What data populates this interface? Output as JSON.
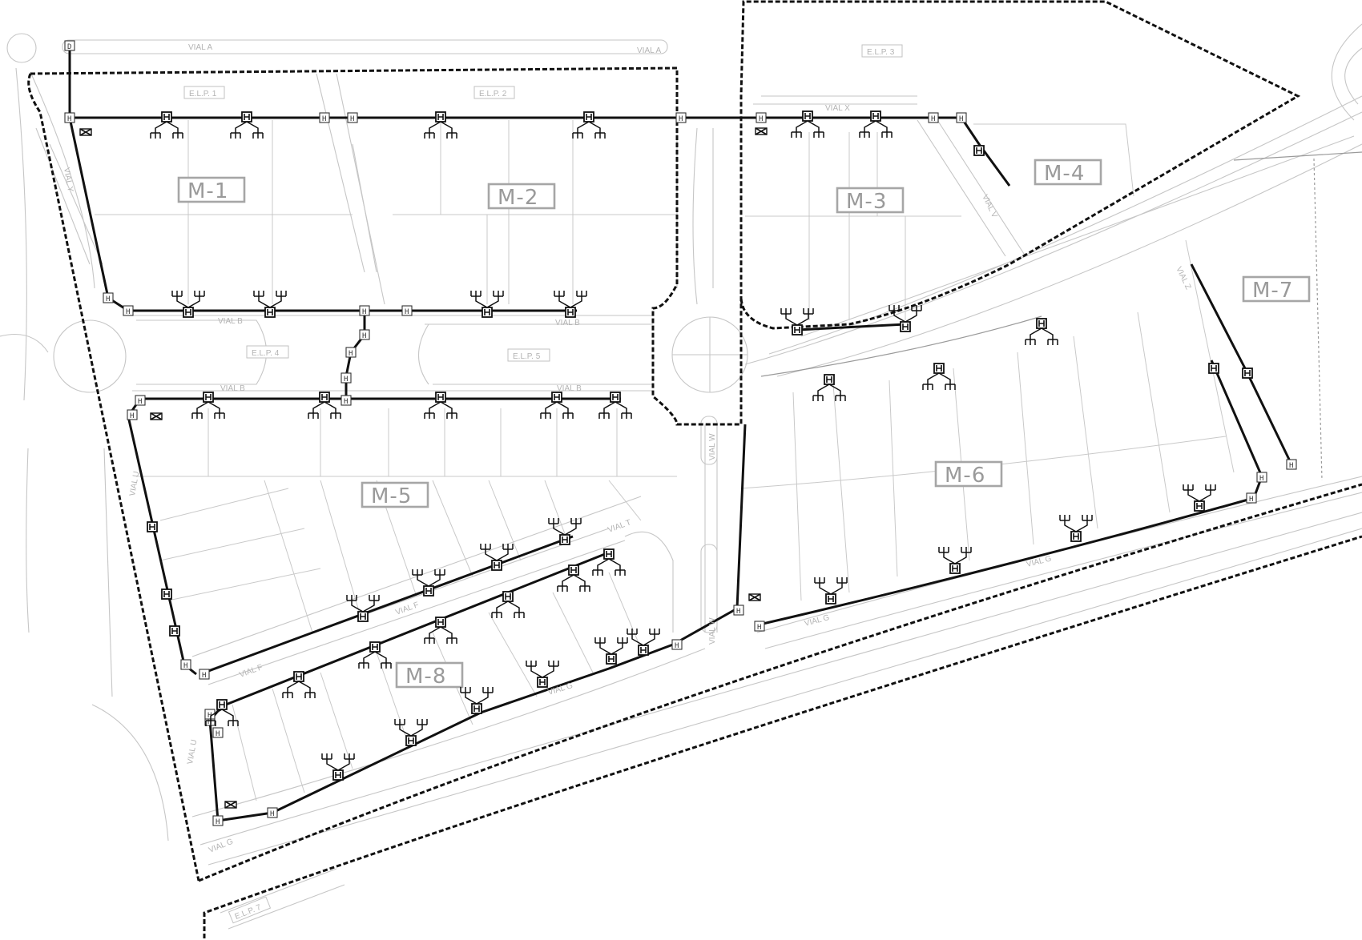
{
  "plan": {
    "manzanas": [
      "M-1",
      "M-2",
      "M-3",
      "M-4",
      "M-5",
      "M-6",
      "M-7",
      "M-8"
    ],
    "equipment_zones": [
      "E.L.P. 1",
      "E.L.P. 2",
      "E.L.P. 3",
      "E.L.P. 4",
      "E.L.P. 5",
      "E.L.P. 7"
    ],
    "roads": {
      "vial_a": "VIAL A",
      "vial_b": "VIAL B",
      "vial_f": "VIAL F",
      "vial_g": "VIAL G",
      "vial_u": "VIAL U",
      "vial_w": "VIAL W",
      "vial_x": "VIAL X",
      "vial_t": "VIAL T",
      "vial_v": "VIAL V",
      "vial_y": "VIAL Y",
      "vial_z": "VIAL Z"
    },
    "symbols": {
      "node_letter": "H",
      "source_letter": "D",
      "hydrant_icon": "hydrant-cabinet-icon",
      "fork_icon": "connection-fork-icon",
      "valve_icon": "valve-cross-icon"
    },
    "colors": {
      "network": "#111111",
      "roads": "#c6c6c6",
      "labels": "#9a9a9a"
    }
  }
}
